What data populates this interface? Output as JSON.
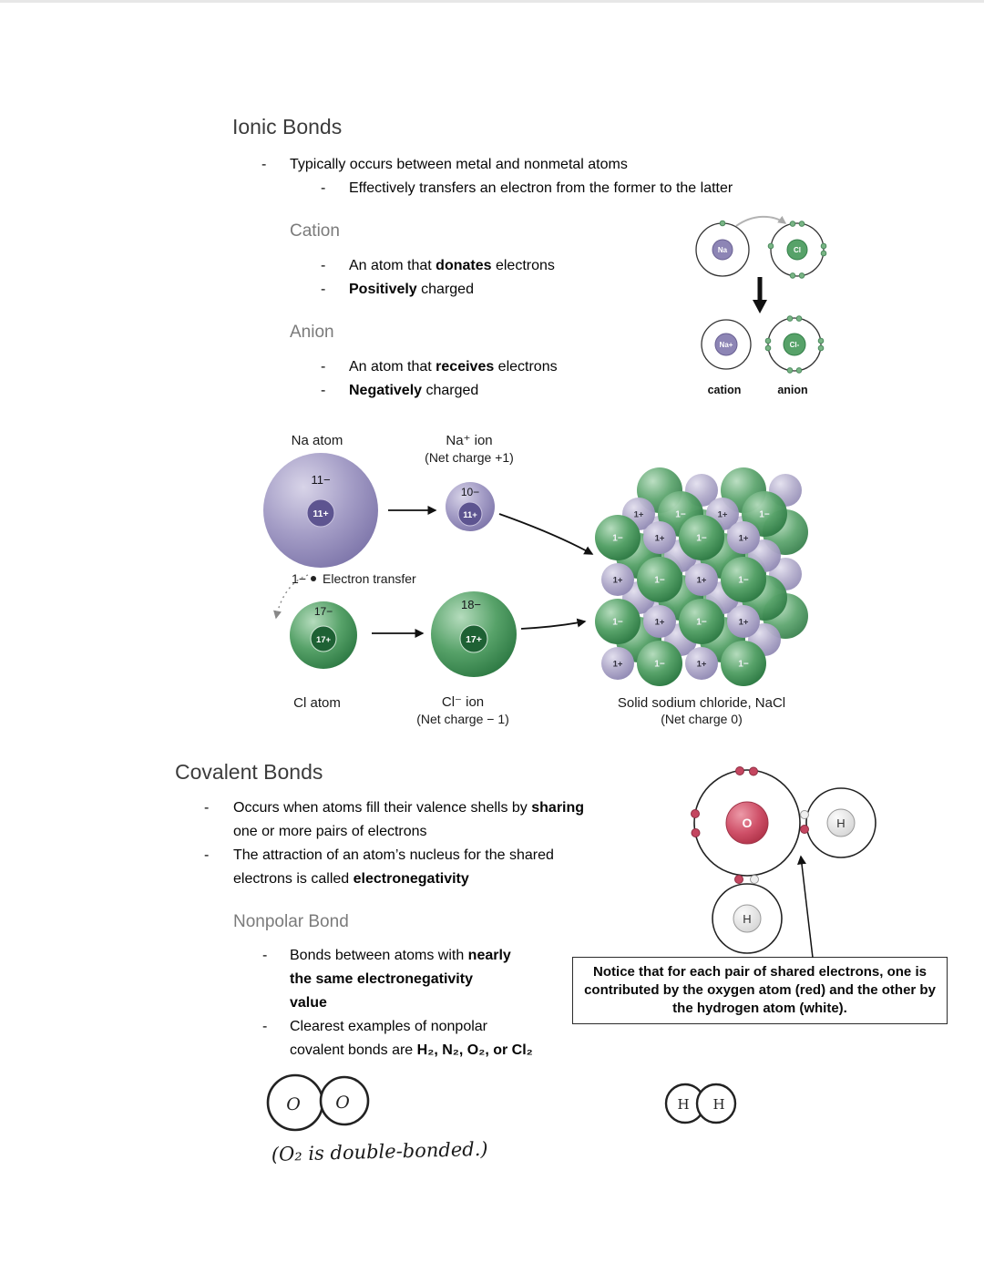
{
  "chars": {
    "dash": "-"
  },
  "ionic": {
    "title": "Ionic Bonds",
    "bullet1": [
      {
        "t": "Typically occurs between metal and nonmetal atoms"
      }
    ],
    "bullet1_sub": [
      {
        "t": "Effectively transfers an electron from the former to the latter"
      }
    ],
    "cation": {
      "title": "Cation",
      "b1": [
        {
          "t": "An atom that "
        },
        {
          "t": "donates",
          "b": true
        },
        {
          "t": " electrons"
        }
      ],
      "b2": [
        {
          "t": "Positively",
          "b": true
        },
        {
          "t": " charged"
        }
      ]
    },
    "anion": {
      "title": "Anion",
      "b1": [
        {
          "t": "An atom that "
        },
        {
          "t": "receives",
          "b": true
        },
        {
          "t": " electrons"
        }
      ],
      "b2": [
        {
          "t": "Negatively",
          "b": true
        },
        {
          "t": " charged"
        }
      ]
    },
    "transfer": {
      "na": "Na",
      "cl": "Cl",
      "na_ion": "Na+",
      "cl_ion": "Cl-",
      "cation_caption": "cation",
      "anion_caption": "anion"
    },
    "diagram": {
      "na_atom": "Na atom",
      "na_ion": "Na⁺ ion",
      "na_ion_charge": "(Net charge +1)",
      "na_e": "11−",
      "na_p": "11+",
      "na_ion_e": "10−",
      "na_ion_p": "11+",
      "e_label": "1−",
      "transfer_label": "Electron transfer",
      "cl_e": "17−",
      "cl_p": "17+",
      "cl_ion_e": "18−",
      "cl_ion_p": "17+",
      "cl_atom": "Cl atom",
      "cl_ion": "Cl⁻ ion",
      "cl_ion_charge": "(Net charge − 1)",
      "solid_label": "Solid sodium chloride, NaCl",
      "solid_charge": "(Net charge 0)",
      "plus": "1+",
      "minus": "1−"
    }
  },
  "covalent": {
    "title": "Covalent Bonds",
    "b1": [
      {
        "t": "Occurs when atoms fill their valence shells by "
      },
      {
        "t": "sharing",
        "b": true
      },
      {
        "br": true
      },
      {
        "t": "one or more pairs of electrons"
      }
    ],
    "b2": [
      {
        "t": "The attraction of an atom’s nucleus for the shared"
      },
      {
        "br": true
      },
      {
        "t": "electrons is called "
      },
      {
        "t": "electronegativity",
        "b": true
      }
    ],
    "nonpolar": {
      "title": "Nonpolar Bond",
      "b1": [
        {
          "t": "Bonds between atoms with "
        },
        {
          "t": "nearly",
          "b": true
        },
        {
          "br": true
        },
        {
          "t": "the same electronegativity",
          "b": true
        },
        {
          "br": true
        },
        {
          "t": "value",
          "b": true
        }
      ],
      "b2": [
        {
          "t": "Clearest examples of nonpolar"
        },
        {
          "br": true
        },
        {
          "t": "covalent bonds are "
        },
        {
          "t": "H₂, N₂, O₂, or Cl₂",
          "b": true
        }
      ]
    },
    "water": {
      "o": "O",
      "h": "H",
      "callout": "Notice that for each pair of shared electrons, one is contributed by the oxygen atom (red) and the other by the hydrogen atom (white)."
    },
    "sketch": {
      "o": "O",
      "o2_caption": "(O₂ is double-bonded.)",
      "h": "H"
    }
  }
}
